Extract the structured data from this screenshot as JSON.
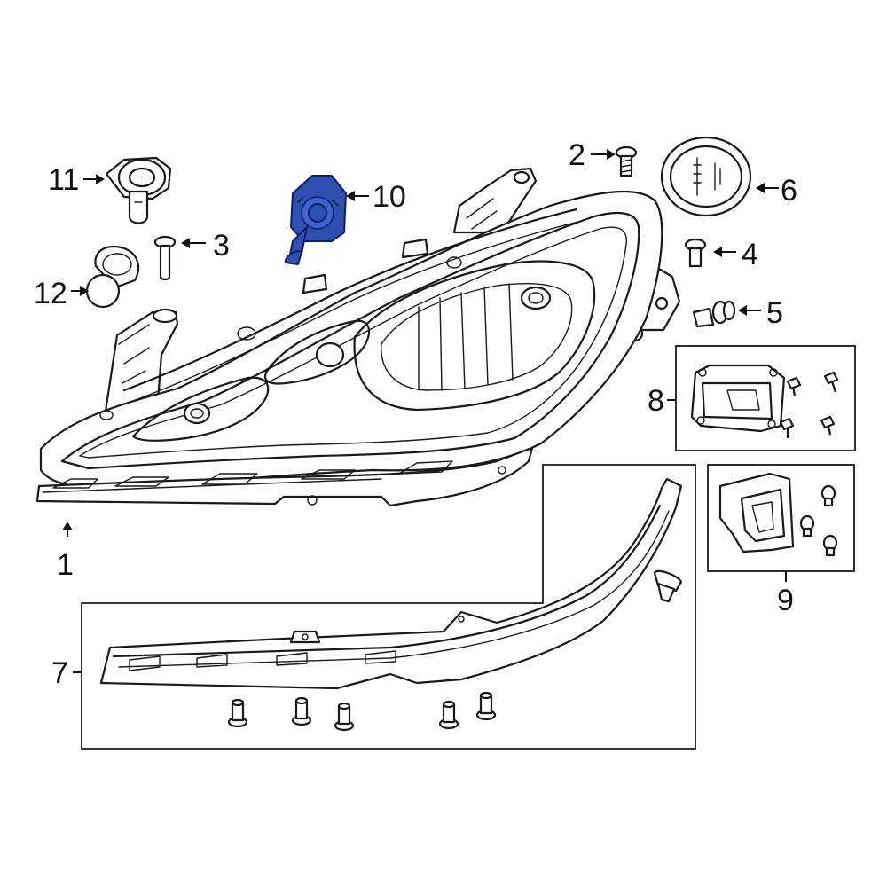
{
  "callouts": {
    "c1": "1",
    "c2": "2",
    "c3": "3",
    "c4": "4",
    "c5": "5",
    "c6": "6",
    "c7": "7",
    "c8": "8",
    "c9": "9",
    "c10": "10",
    "c11": "11",
    "c12": "12"
  },
  "colors": {
    "highlight": "#2f4fb3",
    "line": "#1a1a1a",
    "background": "#ffffff"
  },
  "highlighted_part": "10"
}
